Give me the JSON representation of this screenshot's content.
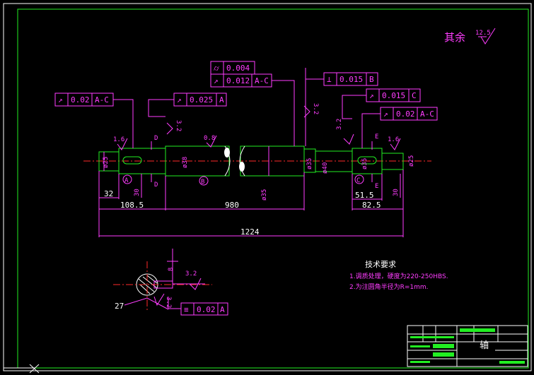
{
  "surface_finish": {
    "label": "其余",
    "value": "12.5"
  },
  "frames": [
    {
      "symbol": "↗",
      "tol": "0.02",
      "datum": "A-C"
    },
    {
      "symbol": "↗",
      "tol": "0.025",
      "datum": "A"
    },
    {
      "symbol": "⌭",
      "tol": "0.004",
      "datum": ""
    },
    {
      "symbol": "↗",
      "tol": "0.012",
      "datum": "A-C"
    },
    {
      "symbol": "⊥",
      "tol": "0.015",
      "datum": "B"
    },
    {
      "symbol": "↗",
      "tol": "0.015",
      "datum": "C"
    },
    {
      "symbol": "↗",
      "tol": "0.02",
      "datum": "A-C"
    },
    {
      "symbol": "≡",
      "tol": "0.02",
      "datum": "A"
    }
  ],
  "roughness": [
    "1.6",
    "3.2",
    "0.8",
    "3.2",
    "1.6",
    "3.2",
    "3.2",
    "3.2"
  ],
  "section_letters": [
    "D",
    "D",
    "E",
    "E"
  ],
  "datum_labels": [
    "A",
    "B",
    "C"
  ],
  "diameters": [
    "ø25",
    "ø38",
    "ø35",
    "ø35",
    "ø40",
    "ø35",
    "ø25"
  ],
  "vertical_dims": [
    "30",
    "30",
    "8"
  ],
  "dims": {
    "d32": "32",
    "d108": "108.5",
    "d980": "980",
    "d1224": "1224",
    "d51": "51.5",
    "d82": "82.5",
    "d27": "27"
  },
  "tech": {
    "title": "技术要求",
    "items": [
      "1.调质处理，硬度为220-250HBS.",
      "2.为注圆角半径为R=1mm."
    ]
  },
  "title_block": {
    "name": "轴"
  }
}
